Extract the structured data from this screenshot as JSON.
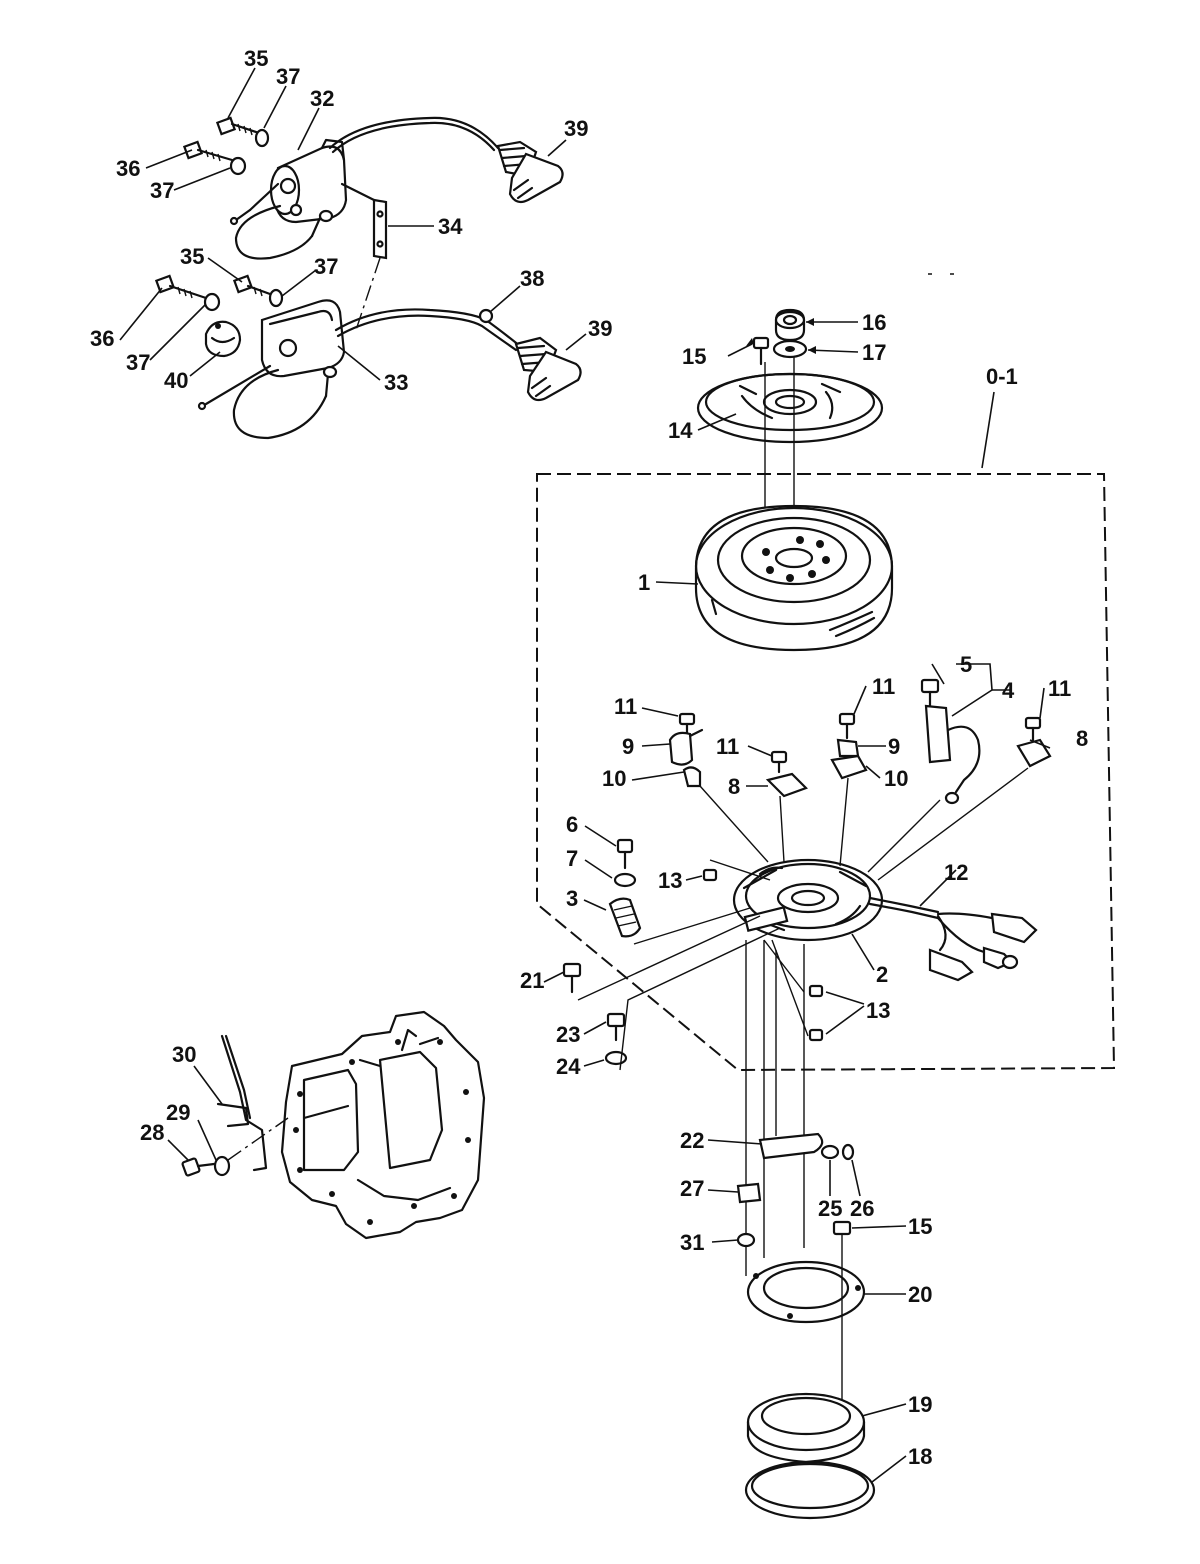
{
  "callouts": [
    {
      "id": "c35a",
      "text": "35"
    },
    {
      "id": "c37a",
      "text": "37"
    },
    {
      "id": "c32",
      "text": "32"
    },
    {
      "id": "c39a",
      "text": "39"
    },
    {
      "id": "c36a",
      "text": "36"
    },
    {
      "id": "c37b",
      "text": "37"
    },
    {
      "id": "c34",
      "text": "34"
    },
    {
      "id": "c35b",
      "text": "35"
    },
    {
      "id": "c37c",
      "text": "37"
    },
    {
      "id": "c38",
      "text": "38"
    },
    {
      "id": "c36b",
      "text": "36"
    },
    {
      "id": "c37d",
      "text": "37"
    },
    {
      "id": "c39b",
      "text": "39"
    },
    {
      "id": "c40",
      "text": "40"
    },
    {
      "id": "c33",
      "text": "33"
    },
    {
      "id": "c16",
      "text": "16"
    },
    {
      "id": "c15a",
      "text": "15"
    },
    {
      "id": "c17",
      "text": "17"
    },
    {
      "id": "c01",
      "text": "0-1"
    },
    {
      "id": "c14",
      "text": "14"
    },
    {
      "id": "c1",
      "text": "1"
    },
    {
      "id": "c5",
      "text": "5"
    },
    {
      "id": "c4",
      "text": "4"
    },
    {
      "id": "c11a",
      "text": "11"
    },
    {
      "id": "c11b",
      "text": "11"
    },
    {
      "id": "c11c",
      "text": "11"
    },
    {
      "id": "c9a",
      "text": "9"
    },
    {
      "id": "c9b",
      "text": "9"
    },
    {
      "id": "c11d",
      "text": "11"
    },
    {
      "id": "c10a",
      "text": "10"
    },
    {
      "id": "c10b",
      "text": "10"
    },
    {
      "id": "c8a",
      "text": "8"
    },
    {
      "id": "c8b",
      "text": "8"
    },
    {
      "id": "c6",
      "text": "6"
    },
    {
      "id": "c7",
      "text": "7"
    },
    {
      "id": "c13a",
      "text": "13"
    },
    {
      "id": "c12",
      "text": "12"
    },
    {
      "id": "c3",
      "text": "3"
    },
    {
      "id": "c2",
      "text": "2"
    },
    {
      "id": "c21",
      "text": "21"
    },
    {
      "id": "c13b",
      "text": "13"
    },
    {
      "id": "c23",
      "text": "23"
    },
    {
      "id": "c24",
      "text": "24"
    },
    {
      "id": "c30",
      "text": "30"
    },
    {
      "id": "c29",
      "text": "29"
    },
    {
      "id": "c28",
      "text": "28"
    },
    {
      "id": "c22",
      "text": "22"
    },
    {
      "id": "c25",
      "text": "25"
    },
    {
      "id": "c26",
      "text": "26"
    },
    {
      "id": "c27",
      "text": "27"
    },
    {
      "id": "c31",
      "text": "31"
    },
    {
      "id": "c20",
      "text": "20"
    },
    {
      "id": "c15b",
      "text": "15"
    },
    {
      "id": "c19",
      "text": "19"
    },
    {
      "id": "c18",
      "text": "18"
    }
  ]
}
